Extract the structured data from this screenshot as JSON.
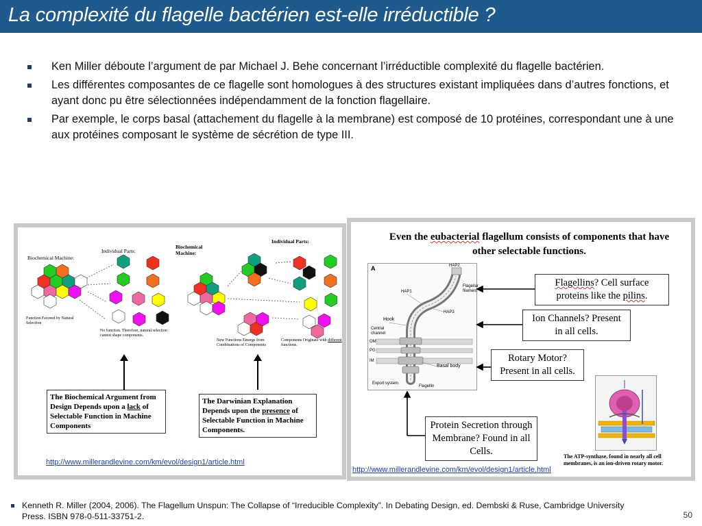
{
  "slide": {
    "title": "La complexité du flagelle bactérien est-elle irréductible ?",
    "bullets": [
      "Ken Miller déboute l’argument de par Michael J. Behe concernant l’irréductible complexité du flagelle bactérien.",
      "Les différentes composantes de ce flagelle sont homologues à des structures existant impliquées dans d’autres fonctions, et ayant donc pu être sélectionnées indépendamment de la fonction flagellaire.",
      "Par exemple, le corps basal (attachement du flagelle à la membrane) est composé de 10 protéines, correspondant une à une aux protéines composant le système de sécrétion de type III."
    ],
    "footer_note": "Kenneth R. Miller  (2004, 2006). The Flagellum Unspun: The Collapse of “Irreducible Complexity”. In Debating Design, ed. Dembski & Ruse, Cambridge University Press. ISBN 978-0-511-33751-2.",
    "page_number": "50"
  },
  "left_figure": {
    "label_individual_parts": "Individual Parts:",
    "label_biochemical_machine": "Biochemical Machine:",
    "label_function_favored": "Function Favored by Natural Selection",
    "label_no_function": "No function.  Therefore, natural selection cannot shape components.",
    "label_biochemical_machine_2": "Biochemical Machine:",
    "label_individual_parts_2": "Individual Parts:",
    "label_new_functions": "New Functions Emerge from Combinations of Components",
    "label_components_originate": "Components Originate with",
    "label_different": "different",
    "label_functions": " functions.",
    "box1_before": "The Biochemical Argument from Design Depends upon a ",
    "box1_lack": "lack",
    "box1_after": " of Selectable Function in Machine Components",
    "box2_before": "The Darwinian Explanation Depends upon the ",
    "box2_presence": "presence",
    "box2_after": " of Selectable Function in Machine Components.",
    "url": "http://www.millerandlevine.com/km/evol/design1/article.html"
  },
  "right_figure": {
    "heading_pre": "Even the ",
    "heading_squig": "eubacterial",
    "heading_post": " flagellum consists of components that have other selectable functions.",
    "panel_letter": "A",
    "labels": {
      "hap2": "HAP2",
      "hap1": "HAP1",
      "hap3": "HAP3",
      "flagellar_filament": "Flagellar filament",
      "hook": "Hook",
      "central_channel": "Central channel",
      "om": "OM",
      "pg": "PG",
      "im": "IM",
      "basal_body": "Basal body",
      "export_system": "Export system",
      "flagellin": "Flagellin"
    },
    "box_flagellins_a": "Flagellins",
    "box_flagellins_b": "?  Cell surface proteins like the ",
    "box_flagellins_c": "pilins",
    "box_flagellins_d": ".",
    "box_ion": "Ion Channels? Present in all cells.",
    "box_rotary": "Rotary Motor? Present in all cells.",
    "box_protein": "Protein Secretion through Membrane? Found in all Cells.",
    "atp_caption": "The ATP-synthase, found in nearly all cell membranes, is an ion-driven rotary motor.",
    "url": "http://www.millerandlevine.com/km/evol/design1/article.html"
  },
  "colors": {
    "title_bar": "#1f5a8c",
    "red": "#f03020",
    "green": "#22cc22",
    "teal": "#10a080",
    "orange": "#f07020",
    "magenta": "#ee10ee",
    "pink": "#f068a0",
    "yellow": "#ffff00",
    "white": "#ffffff",
    "black": "#111111",
    "link": "#1a3fbf"
  }
}
